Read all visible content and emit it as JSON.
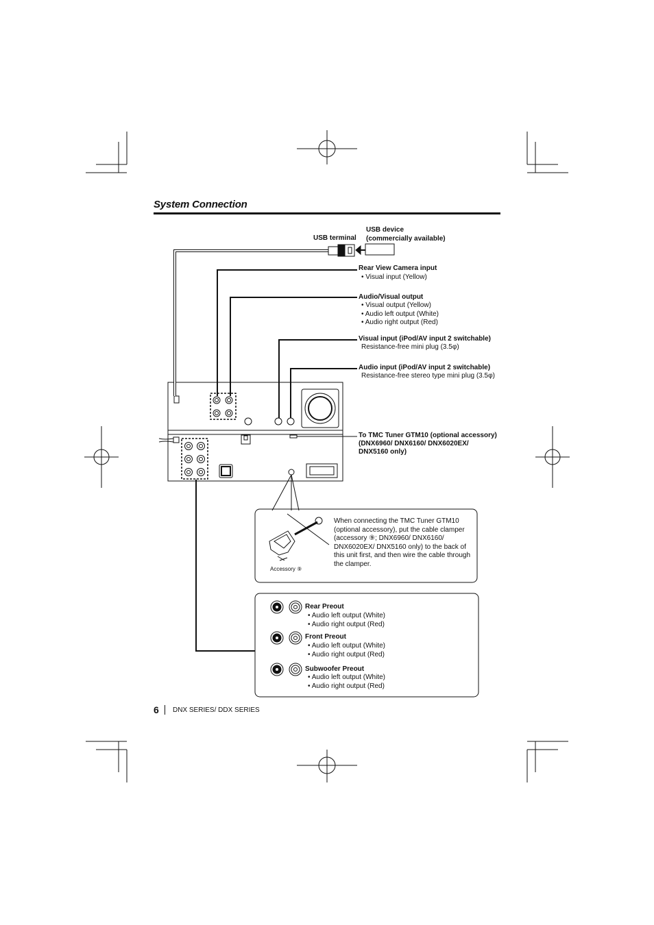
{
  "header": {
    "title": "System Connection"
  },
  "labels": {
    "usb_terminal": "USB terminal",
    "usb_device_line1": "USB device",
    "usb_device_line2": "(commercially available)",
    "rear_camera": {
      "title": "Rear View Camera input",
      "items": [
        "• Visual input (Yellow)"
      ]
    },
    "av_output": {
      "title": "Audio/Visual output",
      "items": [
        "• Visual output (Yellow)",
        "• Audio left output (White)",
        "• Audio right output (Red)"
      ]
    },
    "visual_input": {
      "title": "Visual input (iPod/AV input 2 switchable)",
      "sub": "Resistance-free mini plug (3.5φ)"
    },
    "audio_input": {
      "title": "Audio input (iPod/AV input 2 switchable)",
      "sub": "Resistance-free stereo type mini plug (3.5φ)"
    },
    "tmc": {
      "line1": "To TMC Tuner GTM10 (optional accessory)",
      "line2": "(DNX6960/ DNX6160/ DNX6020EX/",
      "line3": "DNX5160 only)"
    }
  },
  "clamper_note": {
    "text": "When connecting the TMC Tuner GTM10 (optional accessory), put the cable clamper (accessory ⑨; DNX6960/ DNX6160/ DNX6020EX/ DNX5160 only) to the back of this unit first, and then wire the cable through the clamper.",
    "accessory_label": "Accessory ⑨"
  },
  "preouts": [
    {
      "title": "Rear Preout",
      "items": [
        "• Audio left output (White)",
        "• Audio right output (Red)"
      ]
    },
    {
      "title": "Front Preout",
      "items": [
        "• Audio left output (White)",
        "• Audio right output (Red)"
      ]
    },
    {
      "title": "Subwoofer Preout",
      "items": [
        "• Audio left output (White)",
        "• Audio right output (Red)"
      ]
    }
  ],
  "footer": {
    "page_number": "6",
    "series": "DNX SERIES/ DDX SERIES"
  }
}
